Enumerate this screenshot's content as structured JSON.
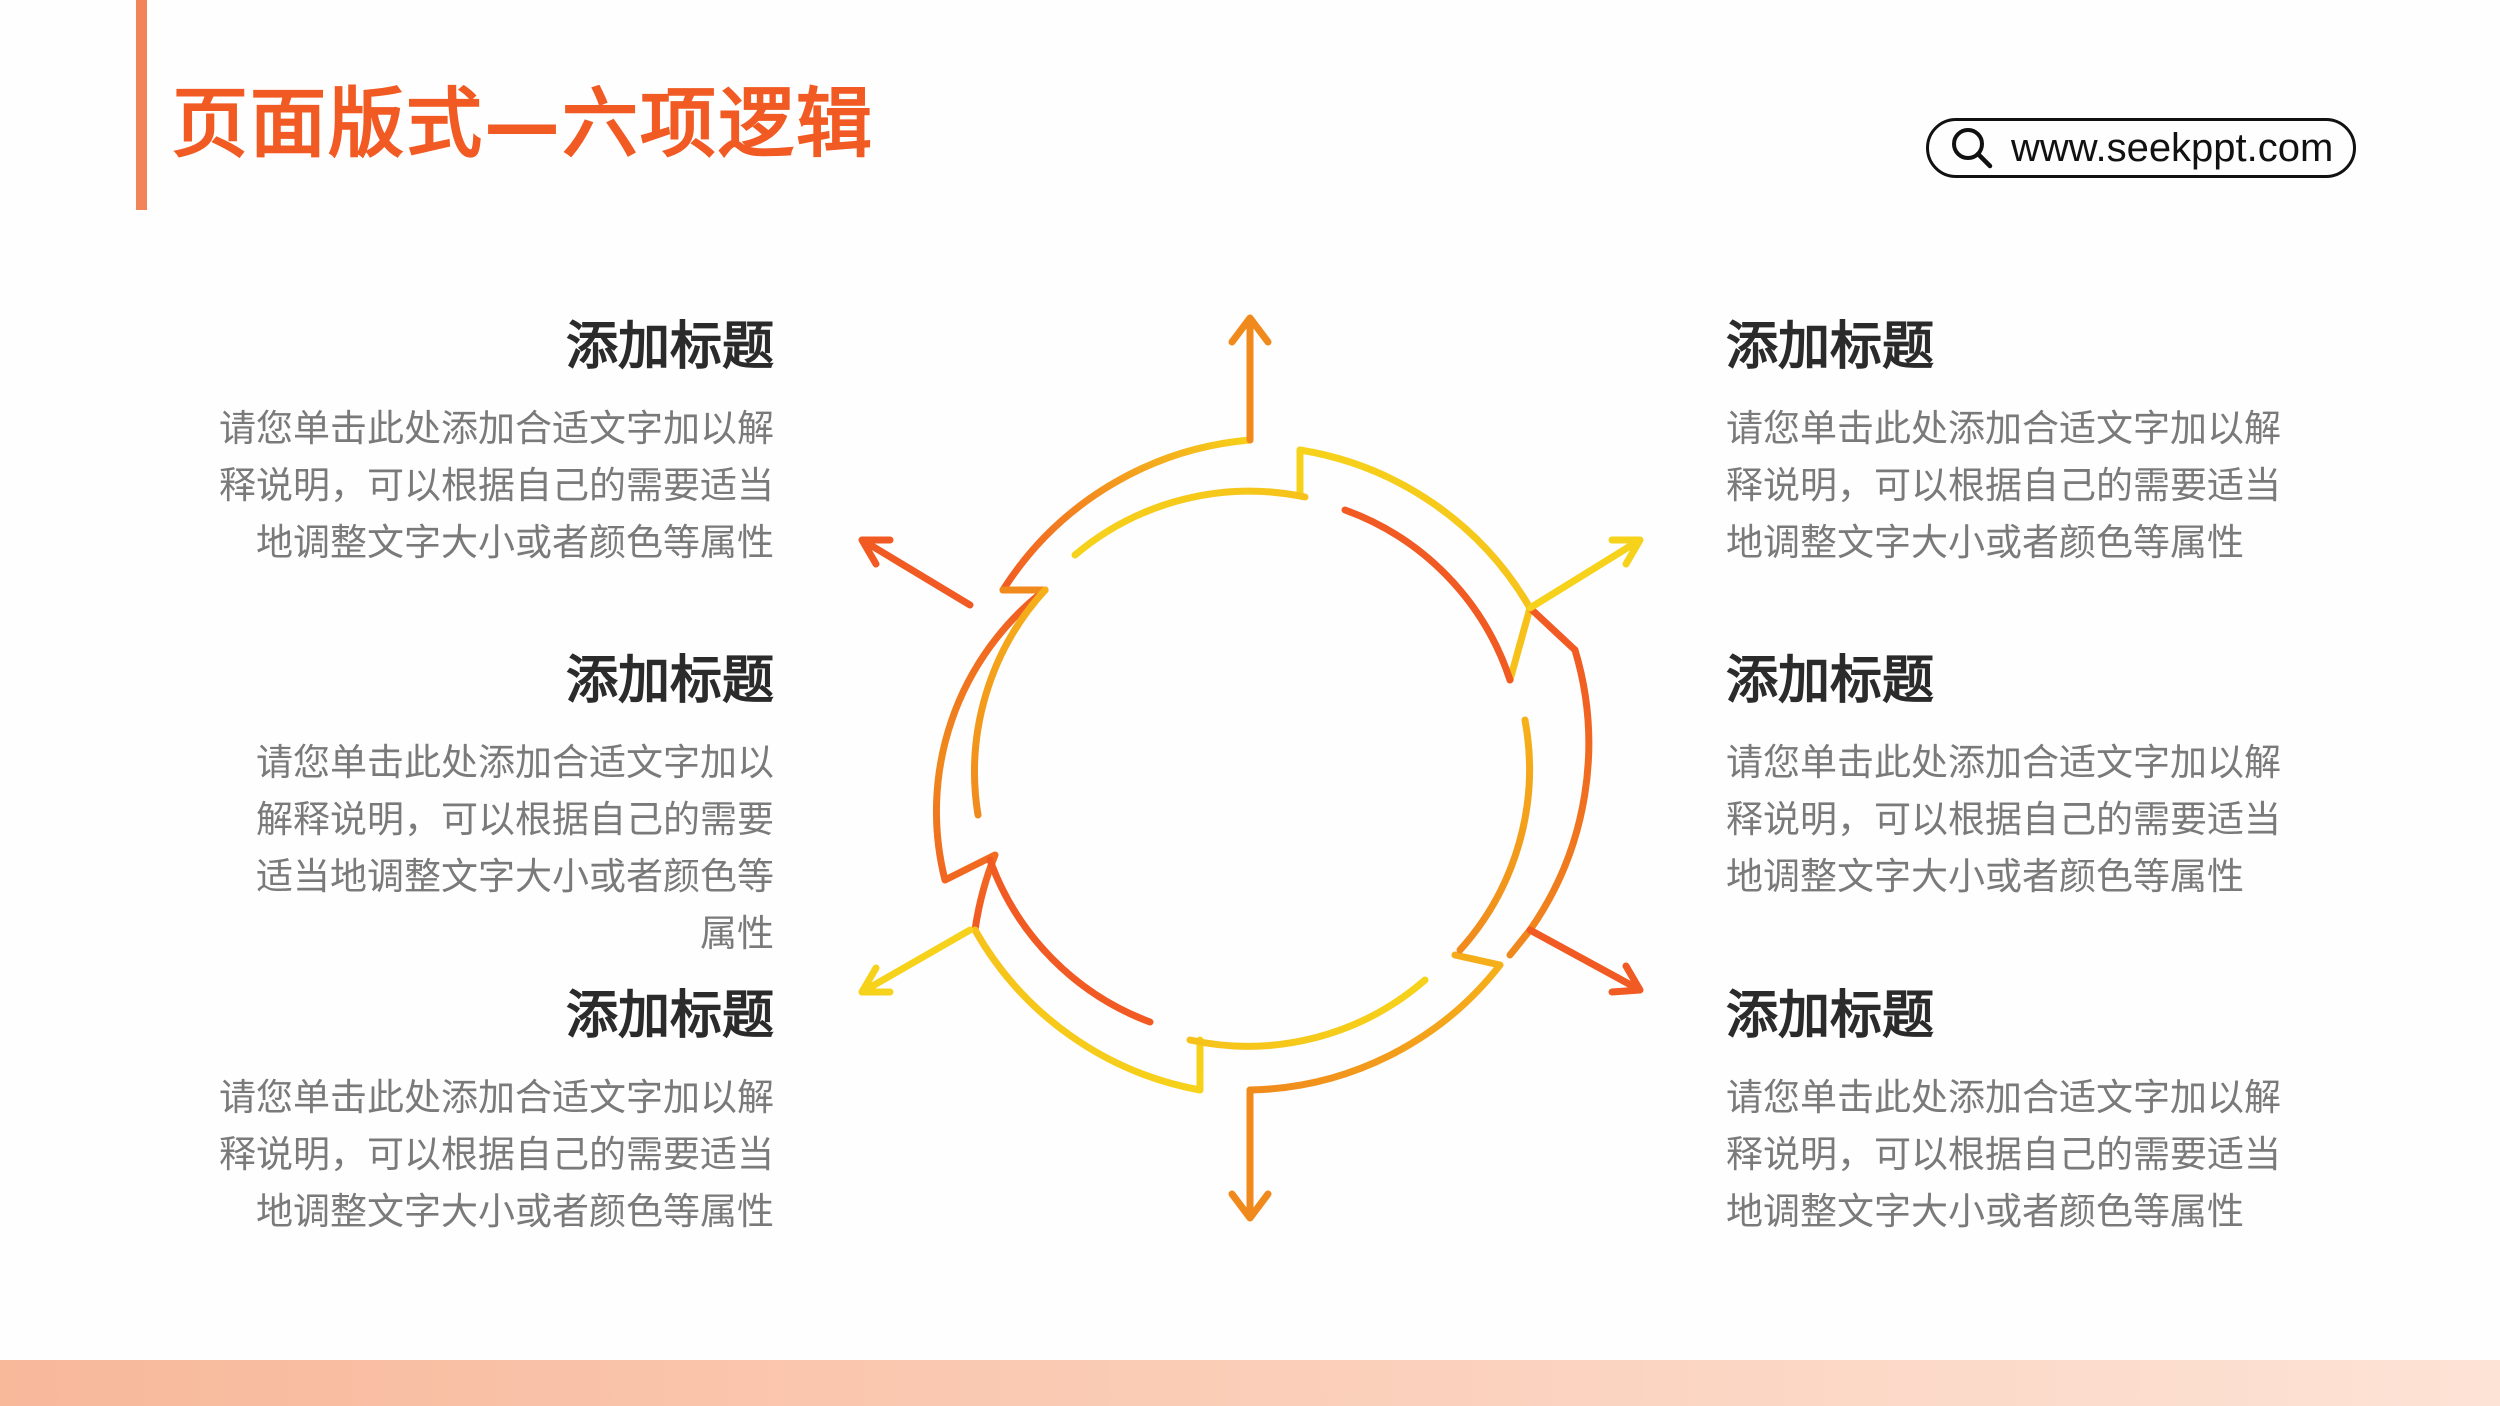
{
  "title": "页面版式—六项逻辑",
  "search": {
    "icon": "search-icon",
    "url": "www.seekppt.com"
  },
  "colors": {
    "accent": "#f15a22",
    "accent_bar": "#f2845a",
    "yellow": "#f6d21a",
    "orange": "#f08a1c",
    "red": "#f15a22",
    "title_text": "#2b2b2b",
    "body_text": "#7a7a7a"
  },
  "items": [
    {
      "position": "top-left",
      "title": "添加标题",
      "lines": [
        "请您单击此处添加合适文字加以解",
        "释说明，可以根据自己的需要适当",
        "地调整文字大小或者颜色等属性"
      ]
    },
    {
      "position": "middle-left",
      "title": "添加标题",
      "lines": [
        "请您单击此处添加合适文字加以",
        "解释说明，可以根据自己的需要",
        "适当地调整文字大小或者颜色等",
        "属性"
      ]
    },
    {
      "position": "bottom-left",
      "title": "添加标题",
      "lines": [
        "请您单击此处添加合适文字加以解",
        "释说明，可以根据自己的需要适当",
        "地调整文字大小或者颜色等属性"
      ]
    },
    {
      "position": "top-right",
      "title": "添加标题",
      "lines": [
        "请您单击此处添加合适文字加以解",
        "释说明，可以根据自己的需要适当",
        "地调整文字大小或者颜色等属性"
      ]
    },
    {
      "position": "middle-right",
      "title": "添加标题",
      "lines": [
        "请您单击此处添加合适文字加以解",
        "释说明，可以根据自己的需要适当",
        "地调整文字大小或者颜色等属性"
      ]
    },
    {
      "position": "bottom-right",
      "title": "添加标题",
      "lines": [
        "请您单击此处添加合适文字加以解",
        "释说明，可以根据自己的需要适当",
        "地调整文字大小或者颜色等属性"
      ]
    }
  ]
}
